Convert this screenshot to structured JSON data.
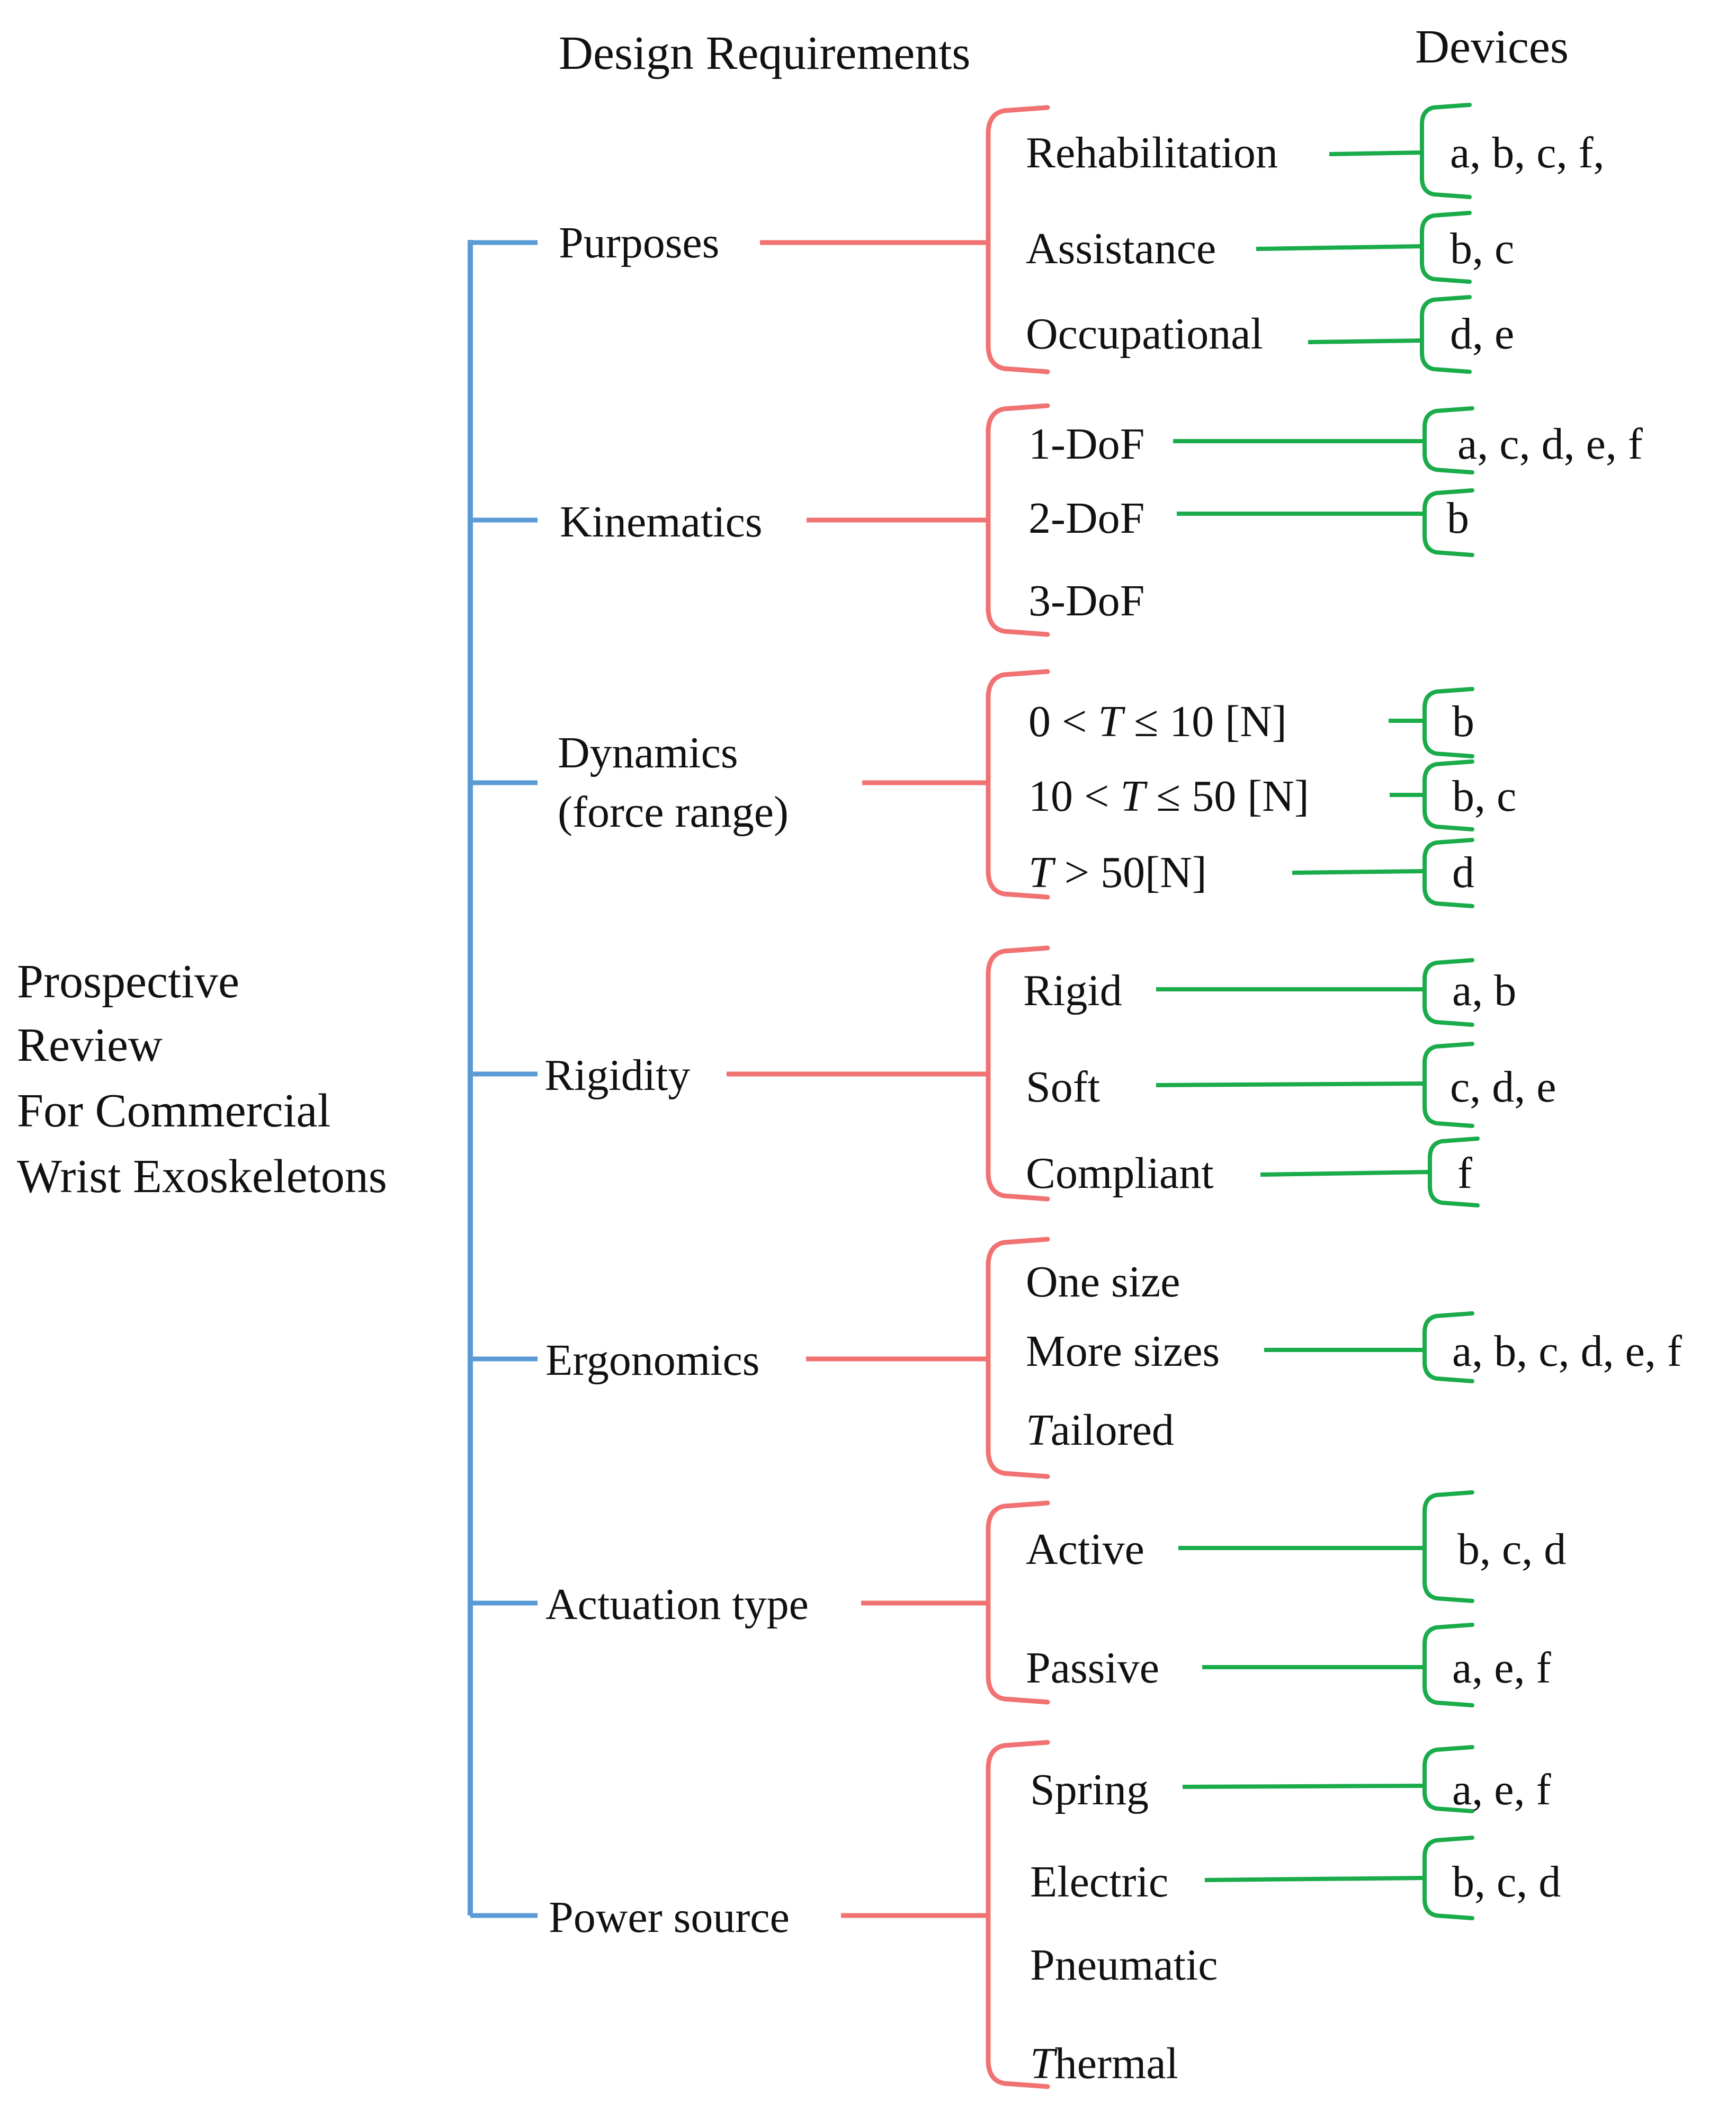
{
  "headers": {
    "design_requirements": "Design Requirements",
    "devices": "Devices"
  },
  "root": {
    "lines": [
      "Prospective",
      "Review",
      "For Commercial",
      "Wrist Exoskeletons"
    ]
  },
  "colors": {
    "root_branch": "#5b9bd5",
    "category_branch": "#f07272",
    "device_branch": "#1aab4a",
    "text": "#111111"
  },
  "categories": [
    {
      "label": [
        "Purposes"
      ],
      "items": [
        {
          "label": "Rehabilitation",
          "devices": "a, b, c, f,"
        },
        {
          "label": "Assistance",
          "devices": "b, c"
        },
        {
          "label": "Occupational",
          "devices": "d, e"
        }
      ]
    },
    {
      "label": [
        "Kinematics"
      ],
      "items": [
        {
          "label": "1-DoF",
          "devices": "a, c, d, e, f"
        },
        {
          "label": "2-DoF",
          "devices": "b"
        },
        {
          "label": "3-DoF",
          "devices": null
        }
      ]
    },
    {
      "label": [
        "Dynamics",
        "(force range)"
      ],
      "items": [
        {
          "label": "0 < T ≤ 10 [N]",
          "devices": "b"
        },
        {
          "label": "10 < T ≤ 50 [N]",
          "devices": "b, c"
        },
        {
          "label": "T > 50[N]",
          "devices": "d"
        }
      ]
    },
    {
      "label": [
        "Rigidity"
      ],
      "items": [
        {
          "label": "Rigid",
          "devices": "a, b"
        },
        {
          "label": "Soft",
          "devices": "c, d, e"
        },
        {
          "label": "Compliant",
          "devices": "f"
        }
      ]
    },
    {
      "label": [
        "Ergonomics"
      ],
      "items": [
        {
          "label": "One size",
          "devices": null
        },
        {
          "label": "More sizes",
          "devices": "a, b, c, d, e, f"
        },
        {
          "label": "Tailored",
          "devices": null
        }
      ]
    },
    {
      "label": [
        "Actuation type"
      ],
      "items": [
        {
          "label": "Active",
          "devices": "b, c, d"
        },
        {
          "label": "Passive",
          "devices": "a, e, f"
        }
      ]
    },
    {
      "label": [
        "Power source"
      ],
      "items": [
        {
          "label": "Spring",
          "devices": "a, e, f"
        },
        {
          "label": "Electric",
          "devices": "b, c, d"
        },
        {
          "label": "Pneumatic",
          "devices": null
        },
        {
          "label": "Thermal",
          "devices": null
        }
      ]
    }
  ]
}
